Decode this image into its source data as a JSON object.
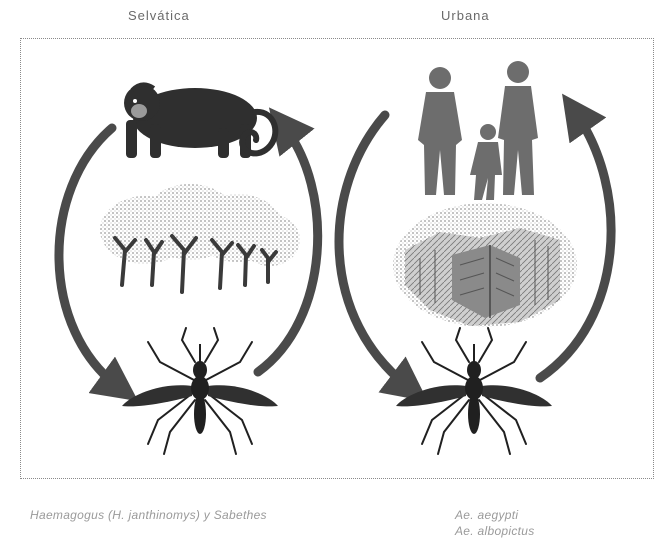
{
  "headers": {
    "left": "Selvática",
    "right": "Urbana"
  },
  "captions": {
    "left": "Haemagogus (H. janthinomys) y Sabethes",
    "right_line1": "Ae. aegypti",
    "right_line2": "Ae. albopictus"
  },
  "colors": {
    "arrow": "#4a4a4a",
    "monkey": "#2f2f2f",
    "people": "#6d6d6d",
    "mosquito": "#202020",
    "trees": "#7a7a7a"
  },
  "icons": [
    "monkey-icon",
    "tree-grove-icon",
    "mosquito-icon",
    "family-icon",
    "city-icon"
  ]
}
